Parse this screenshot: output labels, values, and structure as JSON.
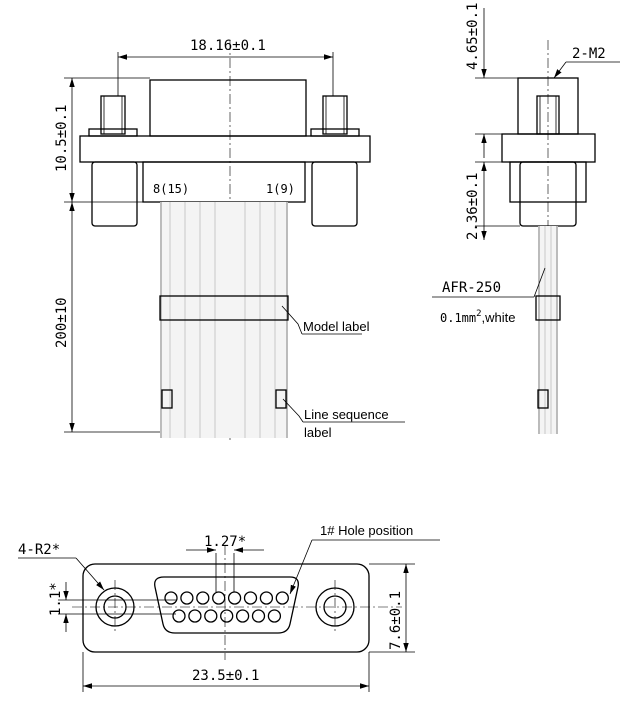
{
  "dimensions": {
    "front_width": "18.16±0.1",
    "front_height": "10.5±0.1",
    "cable_length": "200±10",
    "side_stud": "4.65±0.1",
    "side_thread": "2-M2",
    "side_depth": "2.36±0.1",
    "pitch": "1.27*",
    "pitch_star": "*",
    "row_offset": "1.1*",
    "corner_radius": "4-R2*",
    "total_width": "23.5±0.1",
    "total_height": "7.6±0.1"
  },
  "pins": {
    "left": "8(15)",
    "right": "1(9)"
  },
  "labels": {
    "model_label": "Model label",
    "line_sequence_1": "Line sequence",
    "line_sequence_2": "label",
    "wire_type": "AFR-250",
    "wire_spec_prefix": "0.1mm",
    "wire_spec_sup": "2",
    "wire_spec_suffix": ",white",
    "hole_position": "1# Hole position"
  }
}
